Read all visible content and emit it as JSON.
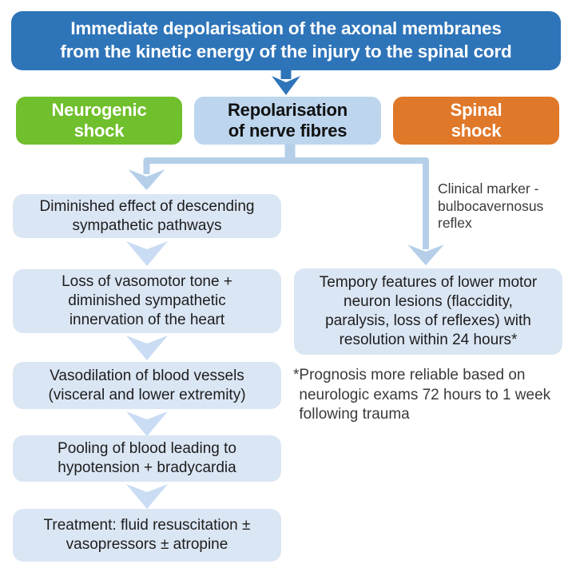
{
  "header": {
    "text": "Immediate depolarisation of the axonal membranes\nfrom the kinetic energy of the injury to the spinal cord"
  },
  "branches": [
    {
      "label": "Neurogenic\nshock",
      "color": "#70bf2c"
    },
    {
      "label": "Repolarisation\nof nerve fibres",
      "color": "#bdd6ee"
    },
    {
      "label": "Spinal\nshock",
      "color": "#e0782a"
    }
  ],
  "left_flow": {
    "steps": [
      {
        "text": "Diminished effect of descending\nsympathetic pathways"
      },
      {
        "text": "Loss of vasomotor tone +\ndiminished sympathetic\ninnervation of the heart"
      },
      {
        "text": "Vasodilation of blood vessels\n(visceral and lower extremity)"
      },
      {
        "text": "Pooling of blood leading to\nhypotension + bradycardia"
      },
      {
        "text": "Treatment: fluid resuscitation ±\nvasopressors ± atropine"
      }
    ]
  },
  "right_flow": {
    "annotation": "Clinical marker -\nbulbocavernosus\nreflex",
    "box_text": "Tempory features of lower motor\nneuron lesions (flaccidity,\nparalysis, loss of reflexes) with\nresolution within 24 hours*",
    "footnote_marker": "*",
    "footnote_text": "Prognosis more reliable based on\nneurologic exams 72 hours to 1 week\nfollowing trauma"
  },
  "colors": {
    "header_blue": "#2e74b9",
    "arrow_dark_blue": "#2e74b9",
    "green": "#70bf2c",
    "orange": "#e0782a",
    "mid_box_blue": "#bdd6ee",
    "flow_box_blue": "#dbe6f4",
    "connector_blue": "#b5cfe9",
    "flow_arrow_blue": "#c9dcf3",
    "text_dark": "#1d1d1d",
    "text_gray": "#3a3a3a"
  }
}
